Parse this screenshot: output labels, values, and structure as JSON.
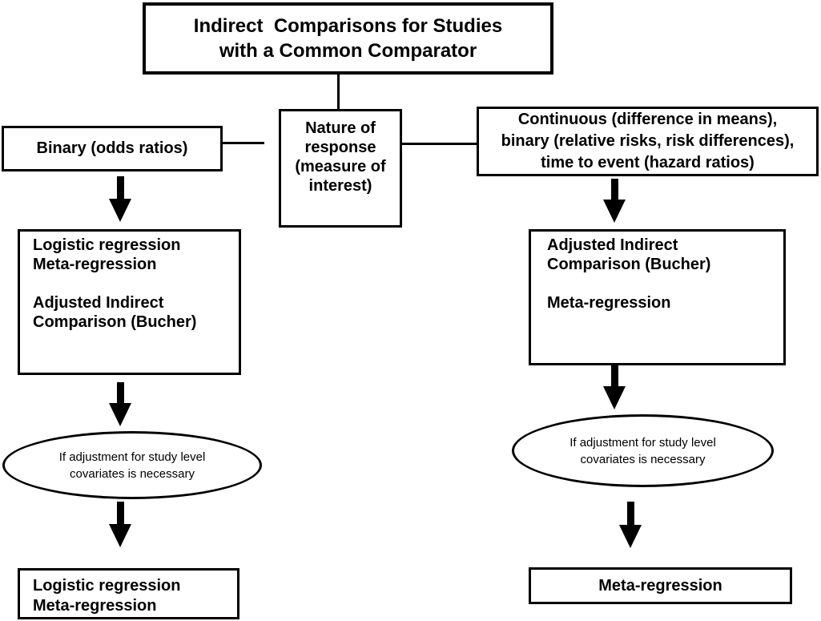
{
  "diagram": {
    "title": "Indirect  Comparisons for Studies\nwith a Common Comparator",
    "nature": "Nature of\nresponse\n(measure of\ninterest)",
    "left": {
      "root": "Binary (odds ratios)",
      "methods": "Logistic regression\nMeta-regression\n\nAdjusted Indirect\nComparison (Bucher)",
      "condition": "If adjustment for study level\ncovariates is necessary",
      "final": "Logistic regression\nMeta-regression"
    },
    "right": {
      "root": "Continuous (difference in means),\nbinary (relative risks, risk differences),\ntime to event (hazard ratios)",
      "methods": "Adjusted Indirect\nComparison (Bucher)\n\nMeta-regression",
      "condition": "If adjustment for study level\ncovariates is necessary",
      "final": "Meta-regression"
    },
    "colors": {
      "line": "#000000",
      "background": "#ffffff"
    }
  }
}
